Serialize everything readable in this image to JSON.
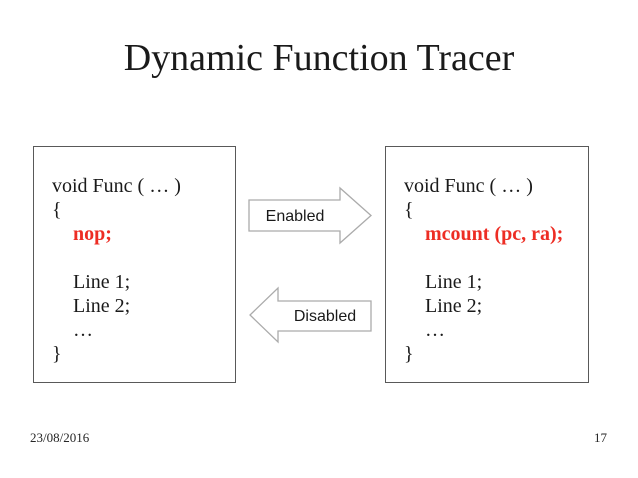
{
  "slide": {
    "title": "Dynamic Function Tracer",
    "footer": {
      "date": "23/08/2016",
      "page_number": "17"
    }
  },
  "boxes": {
    "left": {
      "description": "function with tracing patched out (nop)",
      "lines": [
        "void Func ( … )",
        "{",
        "nop;",
        "",
        "Line 1;",
        "Line 2;",
        "…",
        "}"
      ]
    },
    "right": {
      "description": "function with tracing call inserted (mcount)",
      "lines": [
        "void Func ( … )",
        "{",
        "mcount (pc, ra);",
        "",
        "Line 1;",
        "Line 2;",
        "…",
        "}"
      ]
    }
  },
  "arrows": {
    "enabled": {
      "label": "Enabled",
      "direction": "right"
    },
    "disabled": {
      "label": "Disabled",
      "direction": "left"
    }
  },
  "colors": {
    "highlight_red": "#ed2d24",
    "box_border": "#595959",
    "arrow_border": "#ababab",
    "text": "#1a1a1a",
    "background": "#ffffff"
  }
}
